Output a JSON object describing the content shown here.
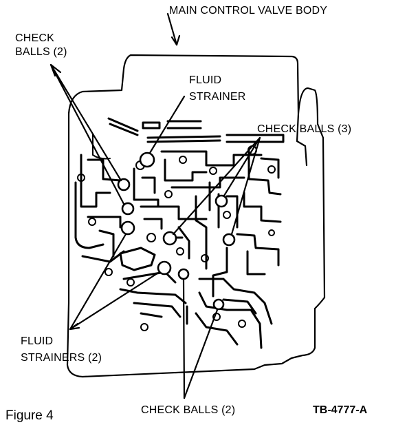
{
  "labels": {
    "main_body": "MAIN CONTROL VALVE BODY",
    "check_balls_a_line1": "CHECK",
    "check_balls_a_line2": "BALLS (2)",
    "fluid_strainer_line1": "FLUID",
    "fluid_strainer_line2": "STRAINER",
    "check_balls_3": "CHECK BALLS (3)",
    "fluid_strainers_line1": "FLUID",
    "fluid_strainers_line2": "STRAINERS (2)",
    "check_balls_b": "CHECK BALLS (2)",
    "figure": "Figure 4",
    "code": "TB-4777-A"
  }
}
